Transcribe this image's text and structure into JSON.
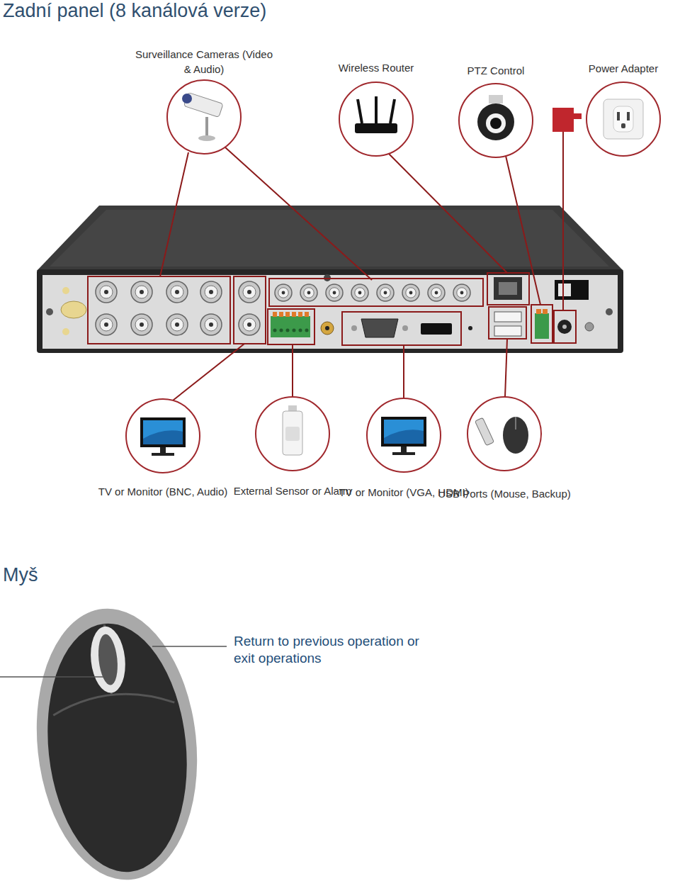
{
  "diagram": {
    "title": "Zadní panel (8 kanálová verze)",
    "nodes": [
      {
        "text": [
          "Surveillance Cameras (Video & Audio)"
        ]
      },
      {
        "text": [
          "Wireless Router"
        ]
      },
      {
        "text": [
          "PTZ Control"
        ]
      },
      {
        "text": [
          "Power Adapter"
        ]
      },
      {
        "text": [
          "TV or Monitor (BNC, Audio)"
        ]
      },
      {
        "text": [
          "External Sensor or Alarm"
        ]
      },
      {
        "text": [
          "TV or Monitor (VGA, HDMI)"
        ]
      },
      {
        "text": [
          "USB Ports (Mouse, Backup)"
        ]
      }
    ],
    "labels": [
      "Myš",
      "Return to previous operation or exit operations"
    ]
  }
}
